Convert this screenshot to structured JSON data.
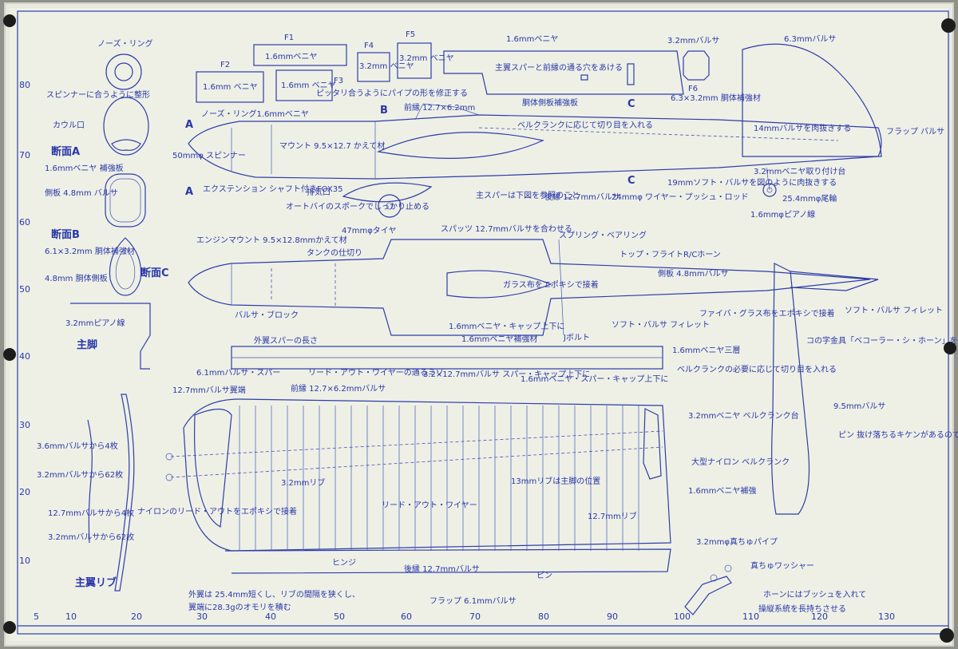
{
  "colors": {
    "paper": "#eef0e6",
    "ink": "#2f3ca8",
    "background": "#5a5c58",
    "pin": "#1c1c1c"
  },
  "parts": {
    "nose_ring": "ノーズ・リング",
    "f1": "F1",
    "f1_mat": "1.6mmベニヤ",
    "f2": "F2",
    "f2_mat": "1.6mm ベニヤ",
    "f3": "F3",
    "f3_mat": "1.6mm ベニヤ",
    "f3_note": "ピッタリ合うようにパイプの形を修正する",
    "f4": "F4",
    "f4_mat": "3.2mm ベニヤ",
    "f5": "F5",
    "f5_mat": "3.2mm ベニヤ",
    "top_plate_mat": "1.6mmベニヤ",
    "top_plate_note": "主翼スパーと前縁の通る穴をあける",
    "f6": "F6",
    "f6_balsa": "3.2mmバルサ",
    "fin_mat": "6.3mmバルサ",
    "f6_doubler": "6.3×3.2mm 胴体補強材"
  },
  "side_view": {
    "spinner_note": "スピンナーに合うように整形",
    "cowl": "カウル口",
    "section_a": "断面A",
    "doubler": "1.6mmベニヤ 補強板",
    "side_plate": "側板 4.8mm バルサ",
    "nose_ring_ply": "ノーズ・リング1.6mmベニヤ",
    "leading_edge": "前縁 12.7×6.2mm",
    "b_mark": "B",
    "a_mark": "A",
    "c_mark": "C",
    "reinforce_plate": "胴体側板補強板",
    "bellcrank_cut": "ベルクランクに応じて切り目を入れる",
    "lightening": "14mmバルサを肉抜きする",
    "flap_balsa": "フラップ バルサ",
    "spinner": "50mmφ スピンナー",
    "mount": "マウント 9.5×12.7 かえて材",
    "extension": "エクステンション シャフト付きFOX35",
    "exhaust": "排気口",
    "screw_note": "オートバイのスポークでしっかり止める",
    "spar_ref": "主スパーは下図を参照のこと",
    "trailing_edge": "後縁 12.7mmバルサ",
    "pushrod": "24mmφ ワイヤー・プッシュ・ロッド",
    "soft_balsa": "19mmソフト・バルサを図のように肉抜きする",
    "tailwheel": "25.4mmφ尾輪",
    "piano_wire_16": "1.6mmφピアノ線",
    "tail_mount": "3.2mmベニヤ取り付け台",
    "tire": "47mmφタイヤ",
    "spats": "スパッツ 12.7mmバルサを合わせる"
  },
  "top_view": {
    "engine_mount": "エンジンマウント 9.5×12.8mmかえて材",
    "tank_partition": "タンクの仕切り",
    "section_b": "断面B",
    "doubler_61": "6.1×3.2mm 胴体補強材",
    "side_48": "4.8mm 胴体側板",
    "section_c": "断面C",
    "balsa_block": "バルサ・ブロック",
    "glass_cloth": "ガラス布をエポキシで接着",
    "spring_bearing": "スプリング・ベアリング",
    "top_flight_horn": "トップ・フライトR/Cホーン",
    "side_plate": "側板 4.8mmバルサ",
    "fiber_glass": "ファイバ・グラス布をエポキシで接着",
    "soft_fillet": "ソフト・バルサ フィレット",
    "soft_fillet2": "ソフト・バルサ フィレット",
    "spar_cap": "1.6mmベニヤ・キャップ上下に",
    "doubler_ply": "1.6mmベニヤ補強材",
    "bolt": "Jボルト",
    "main_leg_wire": "3.2mmピアノ線",
    "main_leg": "主脚",
    "c_shape_note": "コの字金具「ベコーラー・シ・ホーン」をスプリング・ベアリングに入れてエキシでメタピタイ・に接着"
  },
  "wing": {
    "spar_length": "外翼スパーの長さ",
    "balsa_spar": "6.1mmバルサ・スパー",
    "leadout_slot": "リード・アウト・ワイヤーの通るミゾ",
    "spar_cap_32": "3.2×12.7mmバルサ スパー・キャップ上下に",
    "ply_spar_cap": "1.6mmベニヤ・スパー・キャップ上下に",
    "ply_3layer": "1.6mmベニヤ三層",
    "bellcrank_note": "ベルクランクの必要に応じて切り目を入れる",
    "tip": "12.7mmバルサ翼端",
    "le": "前縁 12.7×6.2mmバルサ",
    "rib_32": "3.2mmリブ",
    "leadout": "リード・アウト・ワイヤー",
    "rib_13": "13mmリブは主脚の位置",
    "rib_127": "12.7mmリブ",
    "bellcrank_base": "3.2mmベニヤ ベルクランク台",
    "nylon_bellcrank": "大型ナイロン ベルクランク",
    "ply_reinforce": "1.6mmベニヤ補強",
    "nylon_leadout": "ナイロンのリード・アウトをエポキシで接着",
    "hinge": "ヒンジ",
    "te": "後縁 12.7mmバルサ",
    "pin": "ピン",
    "flap": "フラップ 6.1mmバルサ",
    "stab_balsa": "9.5mmバルサ",
    "pin_note": "ピン 抜け落ちるキケンがあるのでヒンジにはピンを刺す(主、尾翼とも)",
    "rib_36_a": "3.6mmバルサから4枚",
    "rib_32_a": "3.2mmバルサから62枚",
    "rib_127_b": "12.7mmバルサから4枚",
    "rib_32_b": "3.2mmバルサから62枚",
    "wing_rib": "主翼リブ",
    "note1": "外翼は 25.4mm短くし、リブの間隔を狭くし、",
    "note2": "翼端に28.3gのオモリを積む",
    "brass_pipe": "3.2mmφ真ちゅパイプ",
    "brass_washer": "真ちゅワッシャー",
    "horn_note1": "ホーンにはブッシュを入れて",
    "horn_note2": "操縦系統を長持ちさせる"
  },
  "scale": {
    "bottom": [
      "5",
      "10",
      "20",
      "30",
      "40",
      "50",
      "60",
      "70",
      "80",
      "90",
      "100",
      "110",
      "120",
      "130"
    ],
    "left": [
      "80",
      "70",
      "60",
      "50",
      "40",
      "30",
      "20",
      "10"
    ]
  }
}
